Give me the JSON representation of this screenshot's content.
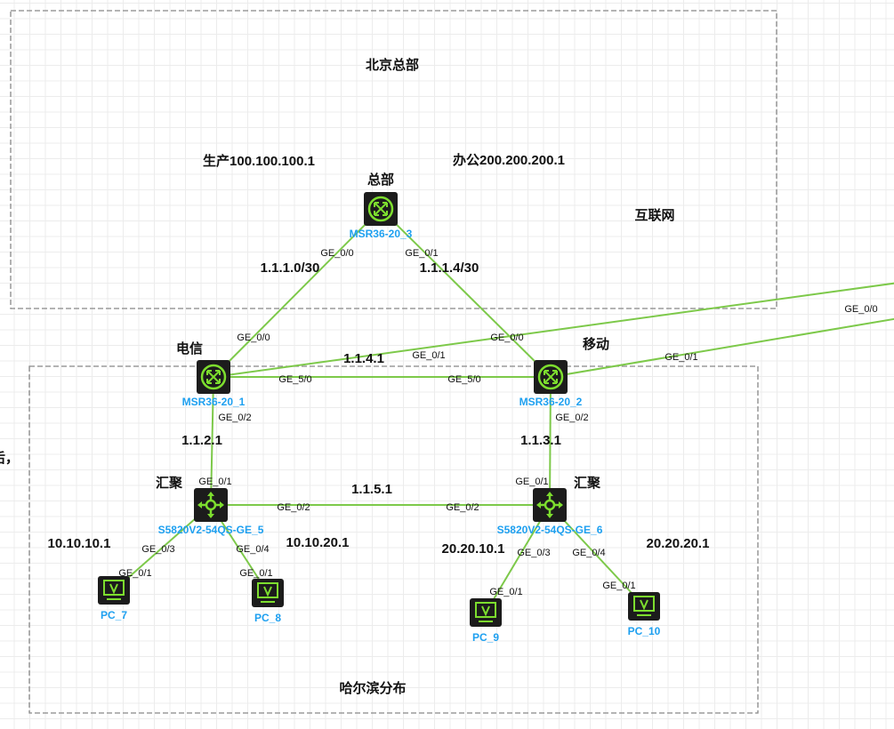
{
  "colors": {
    "link": "#7dc94a",
    "device_bg": "#1c1c1c",
    "device_icon": "#7dde2e",
    "caption": "#1ea0f0",
    "zone_border": "#888888"
  },
  "zones": [
    {
      "id": "beijing",
      "label": "北京总部"
    },
    {
      "id": "harbin",
      "label": "哈尔滨分布"
    }
  ],
  "nodes": [
    {
      "id": "r3",
      "type": "router",
      "icon": "router-icon",
      "name": "MSR36-20_3",
      "role": "总部"
    },
    {
      "id": "r1",
      "type": "router",
      "icon": "router-icon",
      "name": "MSR36-20_1",
      "role": "电信"
    },
    {
      "id": "r2",
      "type": "router",
      "icon": "router-icon",
      "name": "MSR36-20_2",
      "role": "移动"
    },
    {
      "id": "s5",
      "type": "switch",
      "icon": "switch-icon",
      "name": "S5820V2-54QS-GE_5",
      "role": "汇聚"
    },
    {
      "id": "s6",
      "type": "switch",
      "icon": "switch-icon",
      "name": "S5820V2-54QS-GE_6",
      "role": "汇聚"
    },
    {
      "id": "pc7",
      "type": "pc",
      "icon": "pc-icon",
      "name": "PC_7",
      "role": ""
    },
    {
      "id": "pc8",
      "type": "pc",
      "icon": "pc-icon",
      "name": "PC_8",
      "role": ""
    },
    {
      "id": "pc9",
      "type": "pc",
      "icon": "pc-icon",
      "name": "PC_9",
      "role": ""
    },
    {
      "id": "pc10",
      "type": "pc",
      "icon": "pc-icon",
      "name": "PC_10",
      "role": ""
    }
  ],
  "links": [
    {
      "a": "r3",
      "a_port": "GE_0/0",
      "b": "r1",
      "b_port": "GE_0/0"
    },
    {
      "a": "r3",
      "a_port": "GE_0/1",
      "b": "r2",
      "b_port": "GE_0/0"
    },
    {
      "a": "r1",
      "a_port": "GE_0/1",
      "b": "offscreen",
      "b_port": "GE_0/0"
    },
    {
      "a": "r2",
      "a_port": "GE_0/1",
      "b": "offscreen",
      "b_port": ""
    },
    {
      "a": "r1",
      "a_port": "GE_5/0",
      "b": "r2",
      "b_port": "GE_5/0"
    },
    {
      "a": "r1",
      "a_port": "GE_0/2",
      "b": "s5",
      "b_port": "GE_0/1"
    },
    {
      "a": "r2",
      "a_port": "GE_0/2",
      "b": "s6",
      "b_port": "GE_0/1"
    },
    {
      "a": "s5",
      "a_port": "GE_0/2",
      "b": "s6",
      "b_port": "GE_0/2"
    },
    {
      "a": "s5",
      "a_port": "GE_0/3",
      "b": "pc7",
      "b_port": "GE_0/1"
    },
    {
      "a": "s5",
      "a_port": "GE_0/4",
      "b": "pc8",
      "b_port": "GE_0/1"
    },
    {
      "a": "s6",
      "a_port": "GE_0/3",
      "b": "pc9",
      "b_port": "GE_0/1"
    },
    {
      "a": "s6",
      "a_port": "GE_0/4",
      "b": "pc10",
      "b_port": "GE_0/1"
    }
  ],
  "annotations": [
    "生产100.100.100.1",
    "办公200.200.200.1",
    "互联网",
    "1.1.1.0/30",
    "1.1.1.4/30",
    "1.1.4.1",
    "1.1.2.1",
    "1.1.3.1",
    "1.1.5.1",
    "10.10.10.1",
    "10.10.20.1",
    "20.20.10.1",
    "20.20.20.1",
    "后，"
  ]
}
